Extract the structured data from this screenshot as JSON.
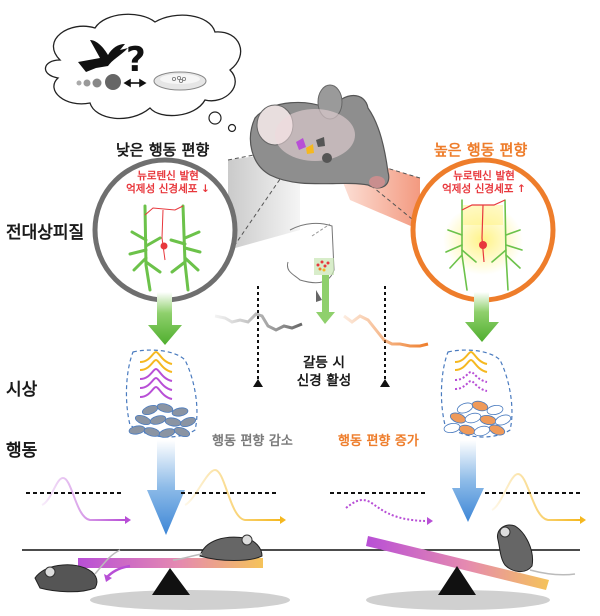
{
  "thought_bubble": {
    "icons": [
      "predator-bird-icon",
      "question-mark",
      "size-circles",
      "double-arrow",
      "food-dish"
    ],
    "question_mark": "?"
  },
  "left_panel": {
    "title": "낮은 행동 편향",
    "neuron_note_line1": "뉴로텐신 발현",
    "neuron_note_line2": "억제성 신경세포 ↓",
    "bias_label": "행동 편향 감소",
    "circle_color": "#7a7a7a"
  },
  "right_panel": {
    "title": "높은 행동 편향",
    "neuron_note_line1": "뉴로텐신 발현",
    "neuron_note_line2": "억제성 신경세포 ↑",
    "bias_label": "행동 편향 증가",
    "circle_color": "#ee7d2b"
  },
  "row_labels": {
    "cortex": "전대상피질",
    "thalamus": "시상",
    "behavior": "행동"
  },
  "center": {
    "note_line1": "갈등 시",
    "note_line2": "신경 활성"
  },
  "colors": {
    "orange": "#ee7d2b",
    "gray": "#7a7a7a",
    "green": "#6cc24a",
    "blue": "#4a90d9",
    "purple": "#b84fd6",
    "yellow": "#f5b820",
    "red": "#e8383d"
  }
}
